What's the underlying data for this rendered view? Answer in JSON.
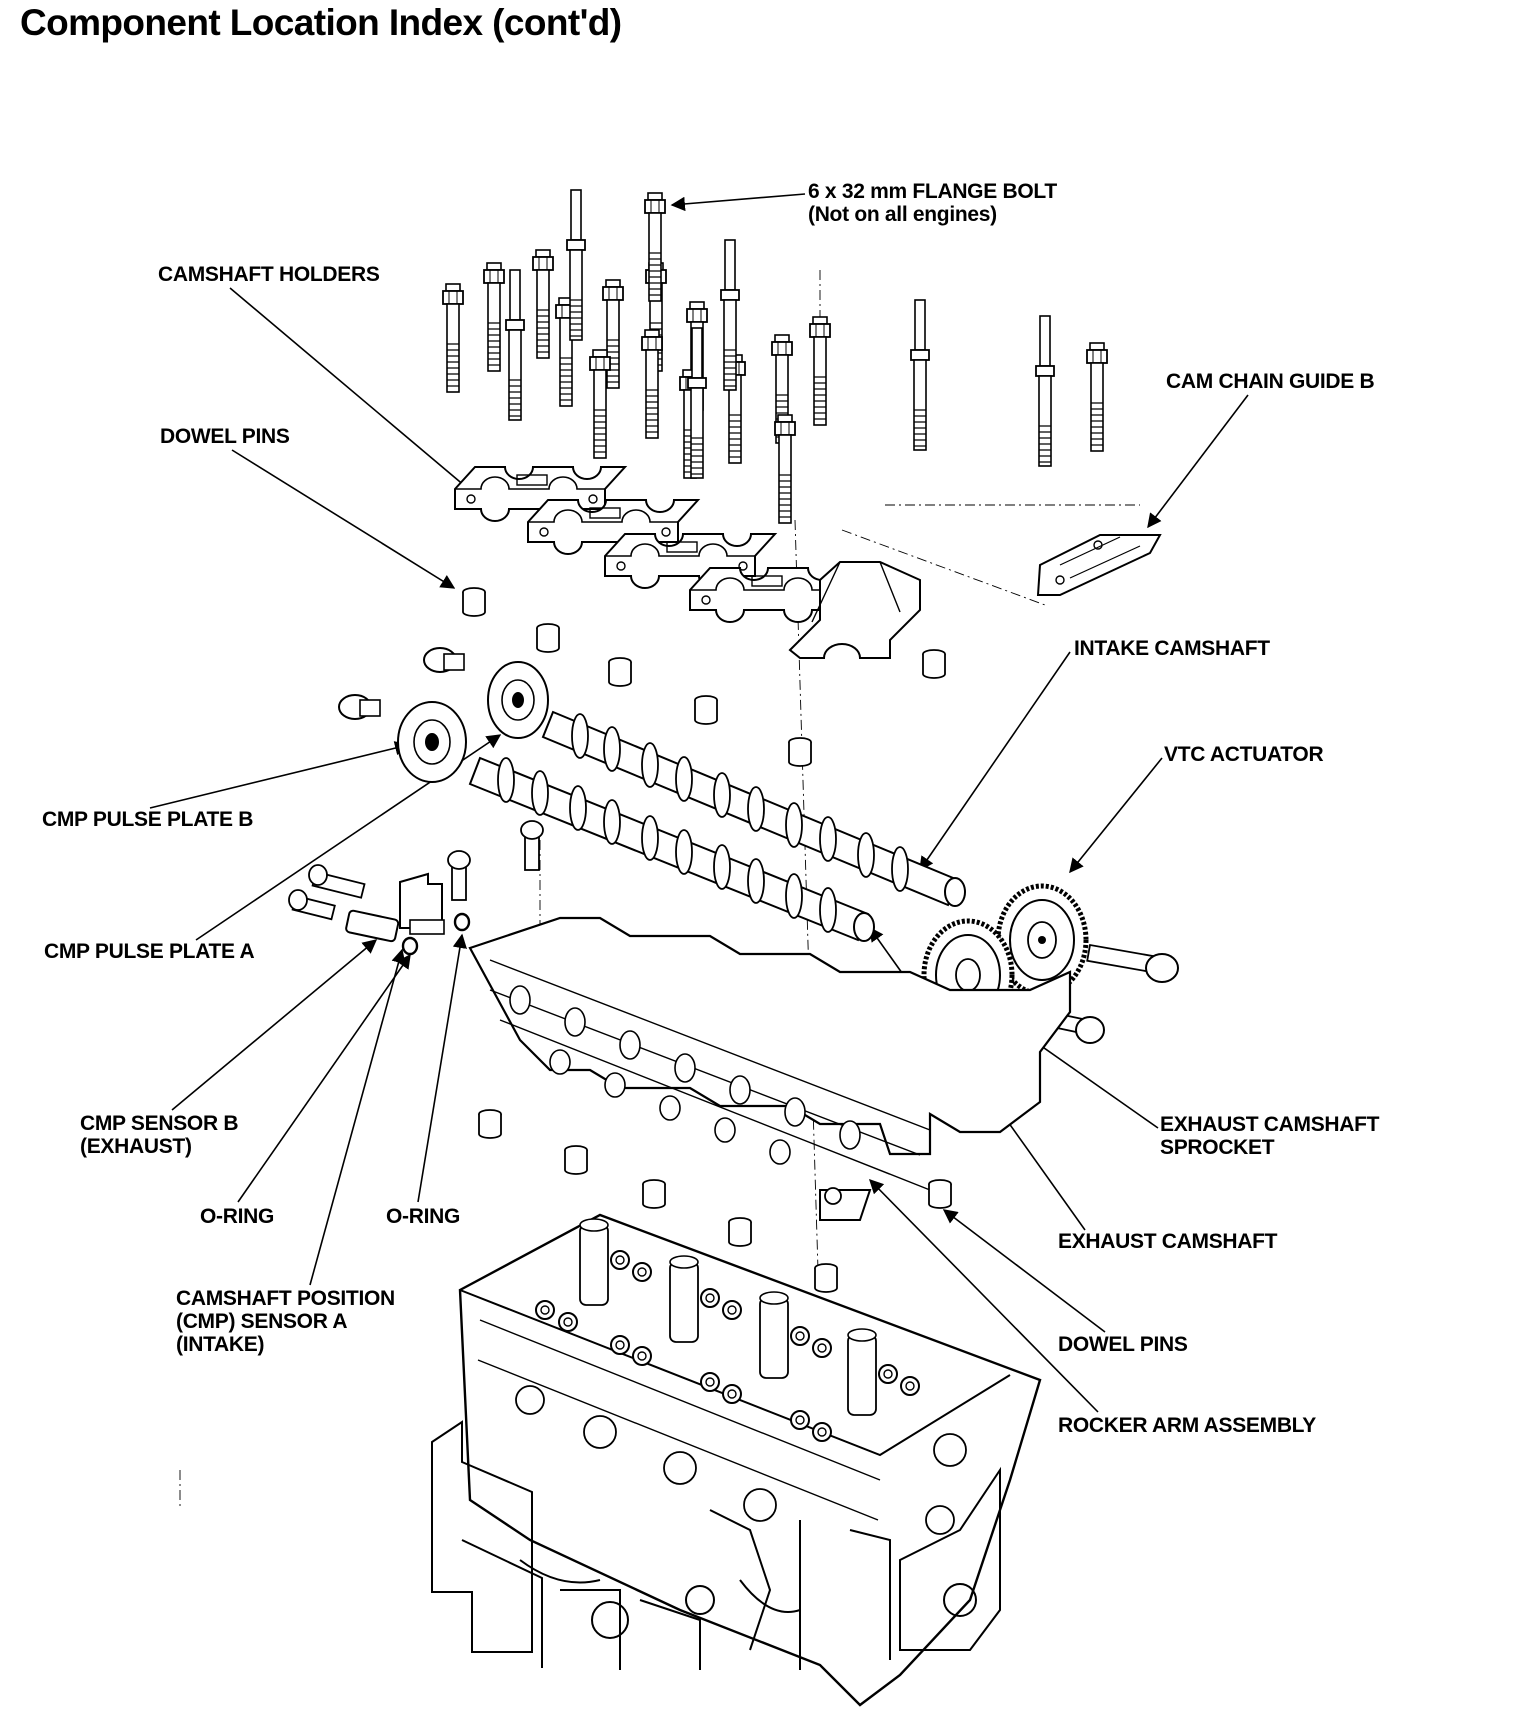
{
  "title": "Component Location Index (cont'd)",
  "labels": {
    "flange_bolt": [
      "6 x 32 mm FLANGE BOLT",
      "(Not on all engines)"
    ],
    "camshaft_holders": "CAMSHAFT HOLDERS",
    "cam_chain_guide_b": "CAM CHAIN GUIDE B",
    "dowel_pins_upper": "DOWEL PINS",
    "intake_camshaft": "INTAKE CAMSHAFT",
    "vtc_actuator": "VTC ACTUATOR",
    "cmp_pulse_plate_b": "CMP PULSE PLATE B",
    "cmp_pulse_plate_a": "CMP PULSE PLATE A",
    "cmp_sensor_b": [
      "CMP SENSOR B",
      "(EXHAUST)"
    ],
    "o_ring_left": "O-RING",
    "o_ring_right": "O-RING",
    "camshaft_position_sensor_a": [
      "CAMSHAFT POSITION",
      "(CMP) SENSOR A",
      "(INTAKE)"
    ],
    "exhaust_camshaft_sprocket": [
      "EXHAUST CAMSHAFT",
      "SPROCKET"
    ],
    "exhaust_camshaft": "EXHAUST CAMSHAFT",
    "dowel_pins_lower": "DOWEL PINS",
    "rocker_arm_assembly": "ROCKER ARM ASSEMBLY"
  }
}
